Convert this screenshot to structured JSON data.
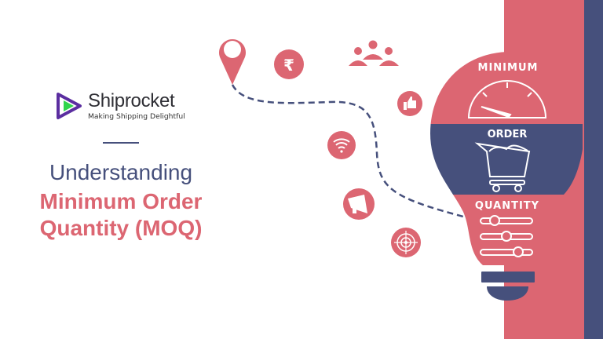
{
  "brand": {
    "name": "Shiprocket",
    "tagline": "Making Shipping Delightful"
  },
  "title": {
    "line1": "Understanding",
    "line2": "Minimum Order",
    "line3": "Quantity (MOQ)"
  },
  "bulb": {
    "label_top": "MINIMUM",
    "label_middle": "ORDER",
    "label_bottom": "QUANTITY"
  },
  "icons": [
    "location-pin-icon",
    "rupee-icon",
    "people-icon",
    "thumbs-up-icon",
    "wifi-icon",
    "megaphone-icon",
    "target-icon",
    "gauge-icon",
    "shopping-cart-icon",
    "sliders-icon"
  ],
  "colors": {
    "pink": "#dc6672",
    "navy": "#46507c"
  }
}
